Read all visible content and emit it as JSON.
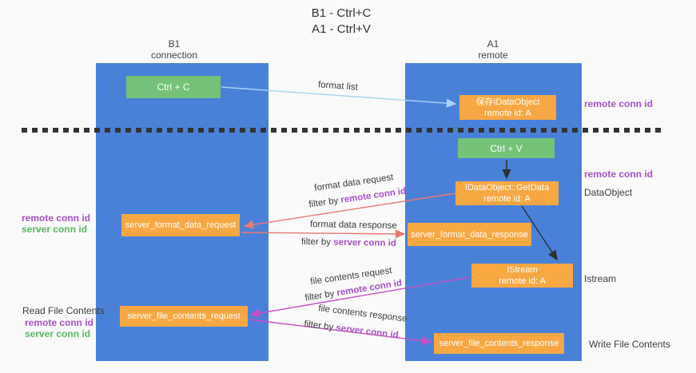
{
  "title": {
    "line1": "B1 - Ctrl+C",
    "line2": "A1 - Ctrl+V"
  },
  "columns": {
    "left": {
      "title": "B1",
      "subtitle": "connection"
    },
    "right": {
      "title": "A1",
      "subtitle": "remote"
    }
  },
  "boxes": {
    "ctrl_c": "Ctrl + C",
    "ctrl_v": "Ctrl + V",
    "save_dataobject": {
      "line1": "保存IDataObject",
      "line2": "remote id: A"
    },
    "getdata": {
      "line1": "IDataObject::GetData",
      "line2": "remote id: A"
    },
    "istream": {
      "line1": "IStream",
      "line2": "remote id: A"
    },
    "server_format_data_request": "server_format_data_request",
    "server_format_data_response": "server_format_data_response",
    "server_file_contents_request": "server_file_contents_request",
    "server_file_contents_response": "server_file_contents_response"
  },
  "arrow_labels": {
    "format_list": "format list",
    "format_data_request": "format data request",
    "format_data_request_filter": {
      "prefix": "filter by ",
      "emph": "remote conn id"
    },
    "format_data_response": "format data response",
    "format_data_response_filter": {
      "prefix": "filter by ",
      "emph": "server conn id"
    },
    "file_contents_request": "file contents request",
    "file_contents_request_filter": {
      "prefix": "filter by ",
      "emph": "remote conn id"
    },
    "file_contents_response": "file contents response",
    "file_contents_response_filter": {
      "prefix": "filter by ",
      "emph": "server conn id"
    }
  },
  "side_labels": {
    "right": {
      "remote_conn_id_top": "remote conn id",
      "remote_conn_id_mid": "remote conn id",
      "dataobject": "DataObject",
      "istream": "Istream",
      "write_file_contents": "Write File Contents"
    },
    "left": {
      "remote_conn_id_format": "remote conn id",
      "server_conn_id_format": "server conn id",
      "read_file_contents": "Read File Contents",
      "remote_conn_id_file": "remote conn id",
      "server_conn_id_file": "server conn id"
    }
  },
  "colors": {
    "background": "#fafafa",
    "column_blue": "#4a81d8",
    "box_orange": "#f7a843",
    "box_green": "#75c278",
    "arrow_light_blue": "#a7d5f2",
    "arrow_salmon": "#e87971",
    "arrow_magenta": "#ca4ec4",
    "arrow_black": "#2f2f2f",
    "text_purple": "#a650c8",
    "text_green": "#58b75f",
    "text_dark": "#3c3c3c",
    "dash_color": "#333333"
  }
}
